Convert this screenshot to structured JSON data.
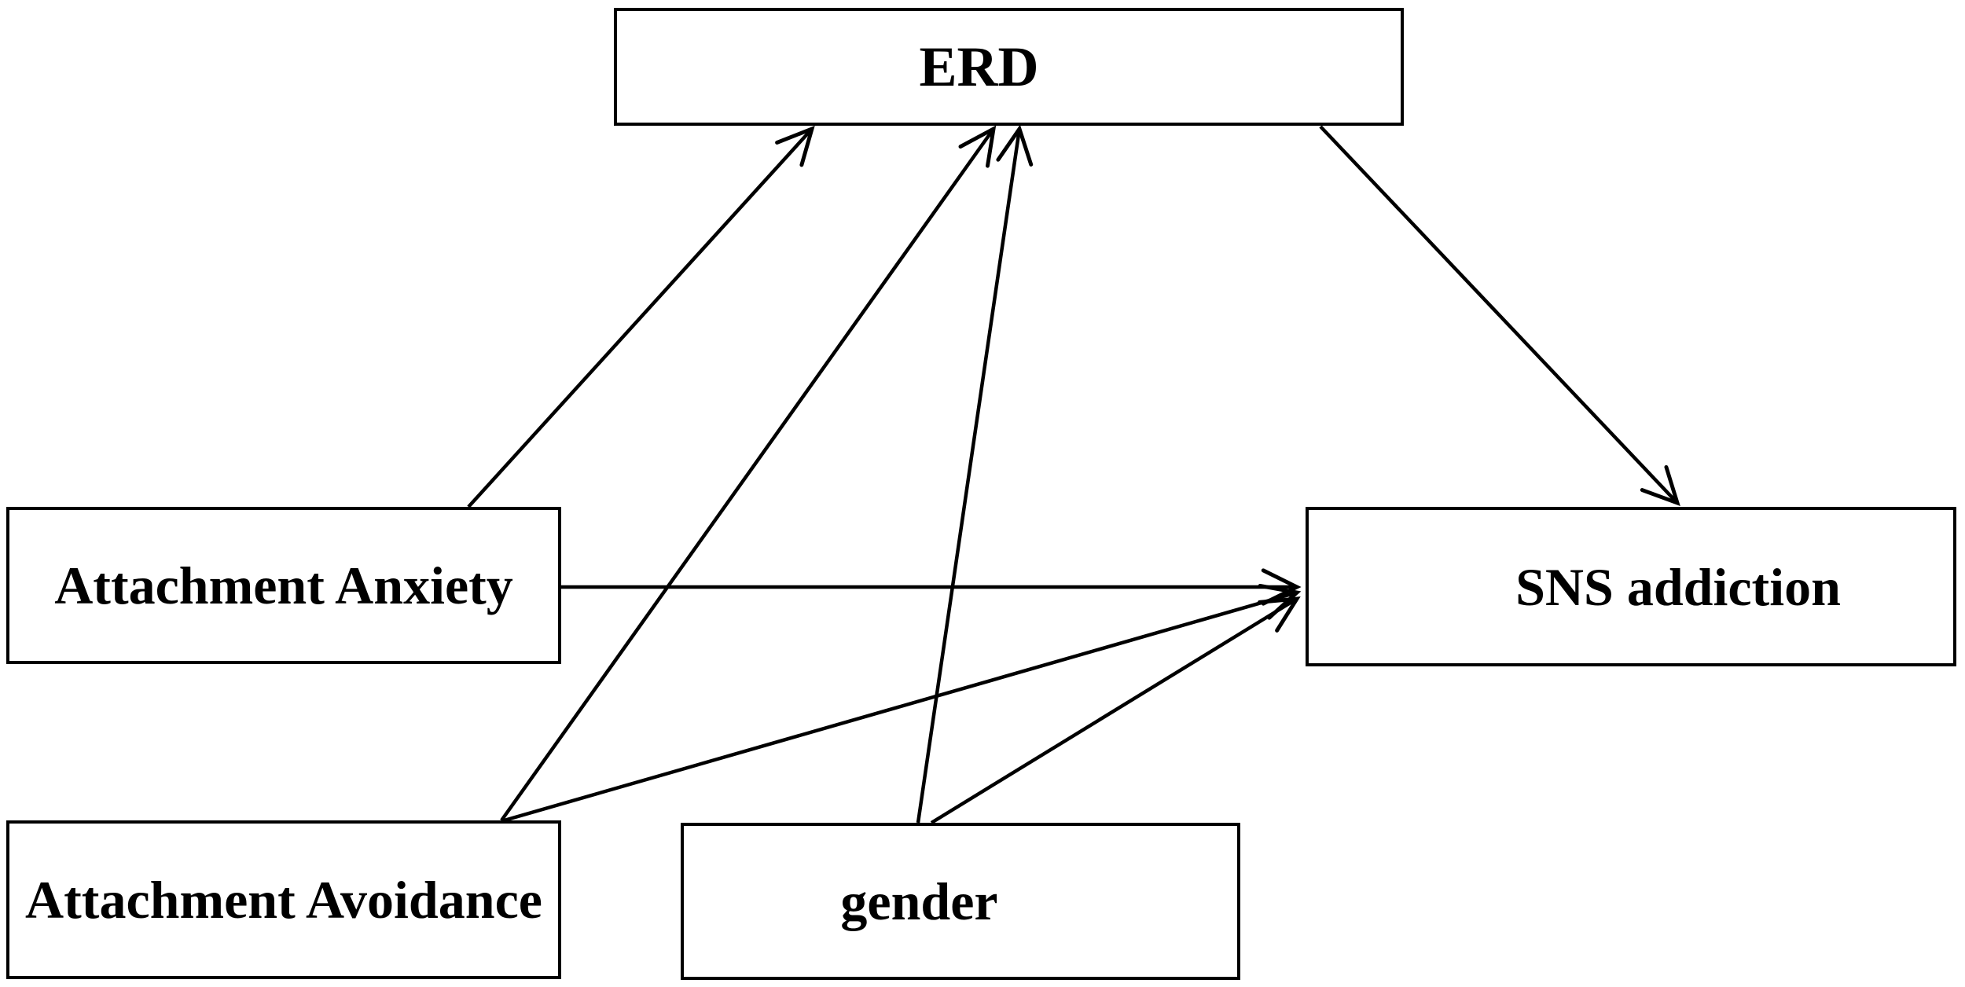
{
  "figure": {
    "type": "path-model-diagram",
    "background_color": "#ffffff",
    "line_color": "#000000",
    "nodes": [
      {
        "id": "erd",
        "label": "ERD"
      },
      {
        "id": "attachment-anxiety",
        "label": "Attachment Anxiety"
      },
      {
        "id": "attachment-avoidance",
        "label": "Attachment Avoidance"
      },
      {
        "id": "gender",
        "label": "gender"
      },
      {
        "id": "sns-addiction",
        "label": "SNS addiction"
      }
    ],
    "edges": [
      {
        "from": "attachment-anxiety",
        "to": "erd",
        "arrow": "end"
      },
      {
        "from": "attachment-avoidance",
        "to": "erd",
        "arrow": "end"
      },
      {
        "from": "gender",
        "to": "erd",
        "arrow": "end"
      },
      {
        "from": "attachment-anxiety",
        "to": "sns-addiction",
        "arrow": "end"
      },
      {
        "from": "attachment-avoidance",
        "to": "sns-addiction",
        "arrow": "end"
      },
      {
        "from": "gender",
        "to": "sns-addiction",
        "arrow": "end"
      },
      {
        "from": "erd",
        "to": "sns-addiction",
        "arrow": "end"
      }
    ]
  }
}
